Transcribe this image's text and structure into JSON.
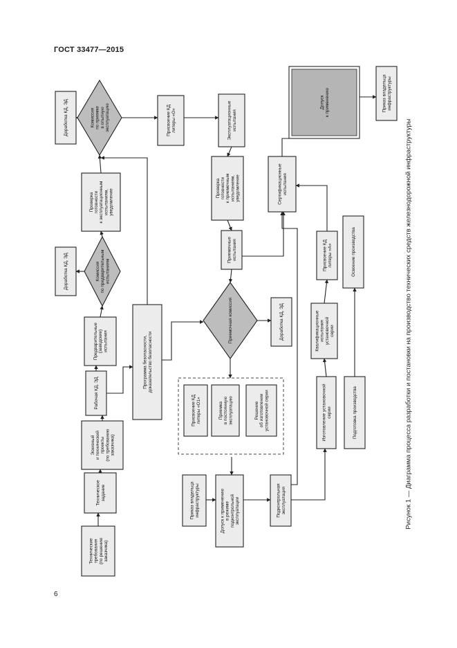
{
  "header": {
    "standard": "ГОСТ 33477—2015"
  },
  "page_number": "6",
  "caption": "Рисунок 1 — Диаграмма процесса разработки и постановки на производство технических средств железнодорожной инфраструктуры",
  "diagram": {
    "nodes": {
      "tech_req": [
        "Технические",
        "требования",
        "(по решению",
        "заказчика)"
      ],
      "tech_task": [
        "Техническое",
        "задание"
      ],
      "sketch": [
        "Эскизный",
        "и технический",
        "проекты",
        "(по требованию",
        "заказчика)"
      ],
      "working_doc": [
        "Рабочая КД, ЭД"
      ],
      "prelim_tests": [
        "Предварительные",
        "(заводские)",
        "испытания"
      ],
      "prelim_comm": [
        "Комиссия",
        "по предварительным",
        "испытаниям"
      ],
      "rework1": [
        "Доработка КД, ЭД"
      ],
      "readiness1": [
        "Проверка",
        "готовности",
        "к эксплуатационным",
        "испытаниям,",
        "уведомление"
      ],
      "trial_comm": [
        "Комиссия",
        "по приемке",
        "в опытную",
        "эксплуатацию"
      ],
      "rework2": [
        "Доработка КД, ЭД"
      ],
      "assign_o": [
        "Присвоение КД",
        "литеры «О»"
      ],
      "safety": [
        "Программа безопасности,",
        "доказательство безопасности"
      ],
      "oper_tests": [
        "Эксплуатационные",
        "испытания"
      ],
      "readiness2": [
        "Проверка",
        "готовности",
        "к приемочным",
        "испытаниям,",
        "уведомление"
      ],
      "accept_tests": [
        "Приемочные",
        "испытания"
      ],
      "accept_comm": [
        "Приемочная комиссия"
      ],
      "rework3": [
        "Доработка КД, ЭД"
      ],
      "assign_o1": [
        "Присвоение КД",
        "литеры «О1»"
      ],
      "accept_perm": [
        "Приемка",
        "в постоянную",
        "эксплуатацию"
      ],
      "batch_decision": [
        "Решение",
        "об изготовлении",
        "установочной серии"
      ],
      "owner_order1": [
        "Приказ владельца",
        "инфраструктуры"
      ],
      "admission_control": [
        "Допуск к применению",
        "в режиме",
        "подконтрольной",
        "эксплуатации"
      ],
      "control_oper": [
        "Подконтрольная",
        "эксплуатация"
      ],
      "cert_tests": [
        "Сертификационные",
        "испытания"
      ],
      "admission": [
        "Допуск",
        "к применению"
      ],
      "owner_order2": [
        "Приказ владельца",
        "инфраструктуры"
      ],
      "batch_make": [
        "Изготовление установочной",
        "серии"
      ],
      "qual_tests": [
        "Квалификационные",
        "испытания",
        "установочной",
        "серии"
      ],
      "assign_a": [
        "Присвоение КД",
        "литеры «А»"
      ],
      "prod_prep": [
        "Подготовка производства"
      ],
      "prod_master": [
        "Освоение производства"
      ]
    }
  }
}
